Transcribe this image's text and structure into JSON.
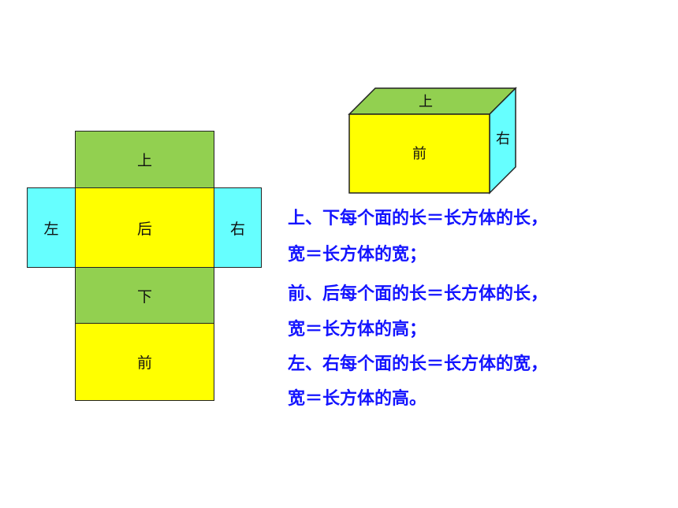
{
  "net": {
    "top": "上",
    "left": "左",
    "back": "后",
    "right": "右",
    "bottom": "下",
    "front": "前"
  },
  "box": {
    "top": "上",
    "front": "前",
    "right": "右"
  },
  "rules": [
    "上、下每个面的长＝长方体的长，",
    "宽＝长方体的宽；",
    "前、后每个面的长＝长方体的长，",
    "宽＝长方体的高；",
    "左、右每个面的长＝长方体的宽，",
    "宽＝长方体的高。"
  ],
  "colors": {
    "top_bottom": "#92d050",
    "front_back": "#ffff00",
    "left_right": "#66ffff",
    "rule_text": "#1414ff"
  }
}
